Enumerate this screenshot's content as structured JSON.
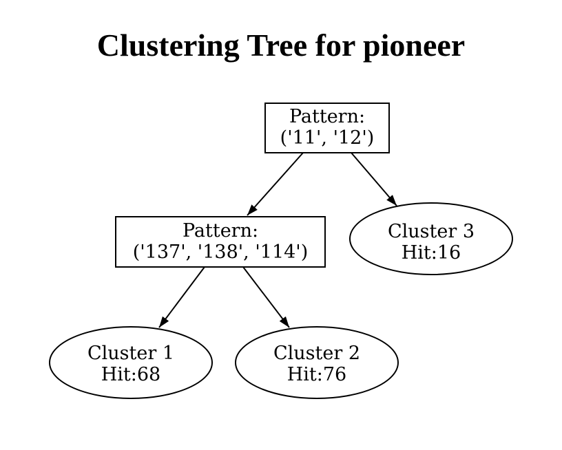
{
  "title": "Clustering Tree for pioneer",
  "colors": {
    "ink": "#000000",
    "background": "#ffffff"
  },
  "nodes": {
    "root": {
      "shape": "box",
      "line1": "Pattern:",
      "line2": "('11', '12')"
    },
    "pattern2": {
      "shape": "box",
      "line1": "Pattern:",
      "line2": "('137', '138', '114')"
    },
    "cluster3": {
      "shape": "ellipse",
      "line1": "Cluster 3",
      "line2": "Hit:16"
    },
    "cluster1": {
      "shape": "ellipse",
      "line1": "Cluster 1",
      "line2": "Hit:68"
    },
    "cluster2": {
      "shape": "ellipse",
      "line1": "Cluster 2",
      "line2": "Hit:76"
    }
  },
  "edges": [
    {
      "from": "root",
      "to": "pattern2"
    },
    {
      "from": "root",
      "to": "cluster3"
    },
    {
      "from": "pattern2",
      "to": "cluster1"
    },
    {
      "from": "pattern2",
      "to": "cluster2"
    }
  ]
}
